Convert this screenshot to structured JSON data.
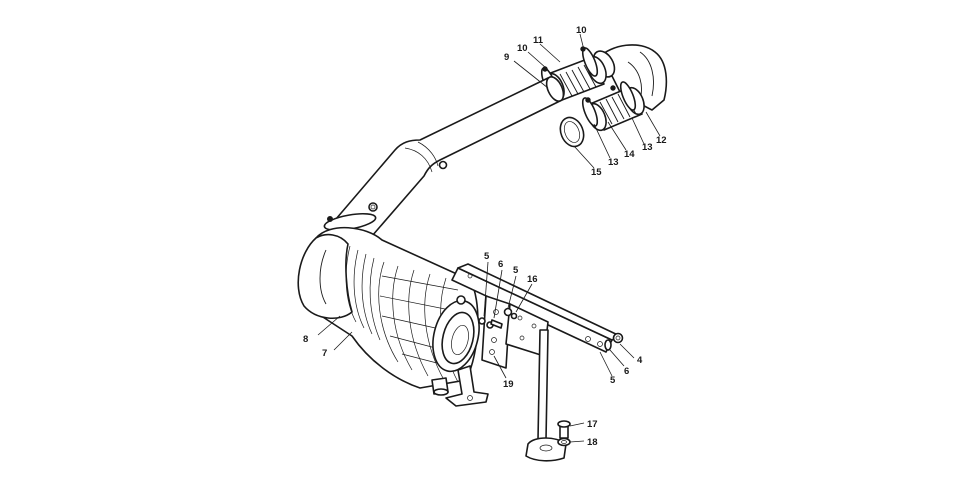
{
  "diagram": {
    "callouts": [
      {
        "id": "c10a",
        "label": "10"
      },
      {
        "id": "c11",
        "label": "11"
      },
      {
        "id": "c10b",
        "label": "10"
      },
      {
        "id": "c9",
        "label": "9"
      },
      {
        "id": "c12",
        "label": "12"
      },
      {
        "id": "c13a",
        "label": "13"
      },
      {
        "id": "c14",
        "label": "14"
      },
      {
        "id": "c13b",
        "label": "13"
      },
      {
        "id": "c15",
        "label": "15"
      },
      {
        "id": "c5a",
        "label": "5"
      },
      {
        "id": "c6a",
        "label": "6"
      },
      {
        "id": "c5b",
        "label": "5"
      },
      {
        "id": "c16",
        "label": "16"
      },
      {
        "id": "c8",
        "label": "8"
      },
      {
        "id": "c7",
        "label": "7"
      },
      {
        "id": "c19",
        "label": "19"
      },
      {
        "id": "c4",
        "label": "4"
      },
      {
        "id": "c6b",
        "label": "6"
      },
      {
        "id": "c5c",
        "label": "5"
      },
      {
        "id": "c17",
        "label": "17"
      },
      {
        "id": "c18",
        "label": "18"
      }
    ]
  }
}
